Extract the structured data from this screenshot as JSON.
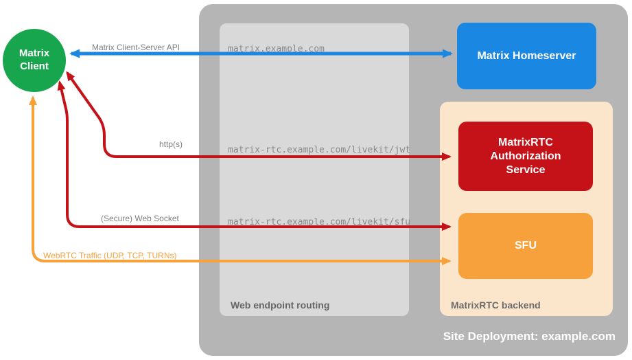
{
  "client": {
    "label": "Matrix Client"
  },
  "deployment": {
    "label": "Site Deployment: example.com"
  },
  "routing": {
    "label": "Web endpoint routing",
    "domains": [
      "matrix.example.com",
      "matrix-rtc.example.com/livekit/jwt",
      "matrix-rtc.example.com/livekit/sfu"
    ]
  },
  "backend": {
    "label": "MatrixRTC backend"
  },
  "nodes": {
    "homeserver": "Matrix Homeserver",
    "auth": "MatrixRTC Authorization Service",
    "sfu": "SFU"
  },
  "arrows": {
    "client_server": {
      "label": "Matrix Client-Server API",
      "color": "#1a87e2"
    },
    "http": {
      "label": "http(s)",
      "color": "#c51218"
    },
    "websocket": {
      "label": "(Secure) Web Socket",
      "color": "#c51218"
    },
    "webrtc": {
      "label": "WebRTC Traffic (UDP, TCP, TURNs)",
      "color": "#f6a13b"
    }
  },
  "colors": {
    "client_green": "#17a64e",
    "homeserver_blue": "#1a87e2",
    "auth_red": "#c51218",
    "sfu_orange": "#f6a13b",
    "deploy_gray": "#b5b5b5",
    "routing_gray": "#d9d9d9",
    "backend_peach": "#fbe6cc"
  }
}
